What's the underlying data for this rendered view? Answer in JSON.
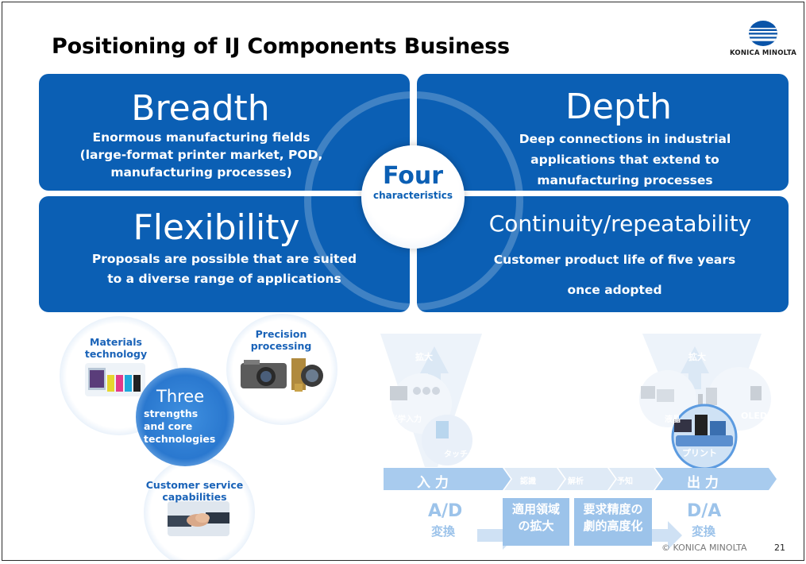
{
  "slide": {
    "title": "Positioning of IJ Components Business",
    "logo_text": "KONICA MINOLTA",
    "copyright": "© KONICA MINOLTA",
    "page_number": "21"
  },
  "quadrants": {
    "breadth": {
      "heading": "Breadth",
      "lines": [
        "Enormous manufacturing fields",
        "(large-format printer market, POD,",
        "manufacturing processes)"
      ]
    },
    "depth": {
      "heading": "Depth",
      "lines": [
        "Deep connections in industrial",
        "applications that extend to",
        "manufacturing processes"
      ]
    },
    "flexibility": {
      "heading": "Flexibility",
      "lines": [
        "Proposals are possible that are suited",
        "to a diverse range of applications"
      ]
    },
    "continuity": {
      "heading": "Continuity/repeatability",
      "lines": [
        "Customer product life of five years",
        "once adopted"
      ]
    }
  },
  "center": {
    "big": "Four",
    "small": "characteristics"
  },
  "strengths": {
    "center_big": "Three",
    "center_lines": [
      "strengths",
      "and core",
      "technologies"
    ],
    "materials": [
      "Materials",
      "technology"
    ],
    "precision": [
      "Precision",
      "processing"
    ],
    "customer": [
      "Customer service",
      "capabilities"
    ]
  },
  "diagram": {
    "expand_left": "拡大",
    "expand_right": "拡大",
    "optical_input": "光学入力",
    "touch_input": "タッチ入力",
    "display": "液晶",
    "oled": "OLED",
    "print": "プリント",
    "input": "入 力",
    "recognition": "認識",
    "analysis": "解析",
    "prediction": "予知",
    "output": "出 力",
    "ad_top": "A/D",
    "ad_bottom": "変換",
    "box1": [
      "適用領域",
      "の拡大"
    ],
    "box2": [
      "要求精度の",
      "劇的高度化"
    ],
    "da_top": "D/A",
    "da_bottom": "変換"
  },
  "colors": {
    "brand_blue": "#0b5fb4",
    "light_blue": "#9cc3ea"
  }
}
